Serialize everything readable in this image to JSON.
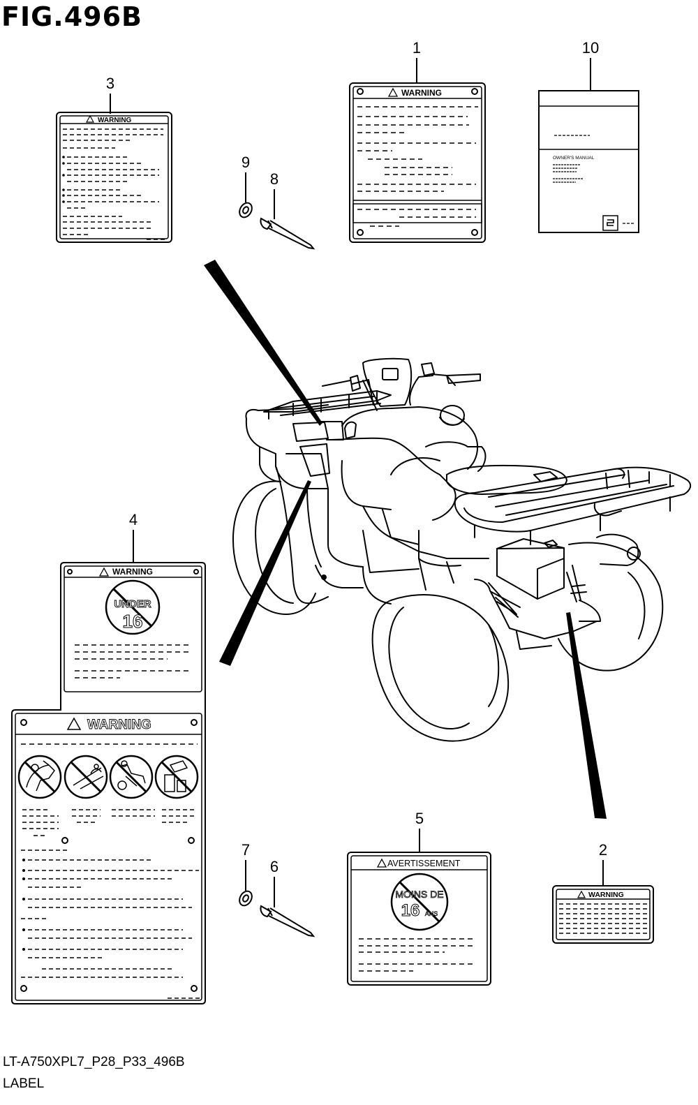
{
  "figure": {
    "title": "FIG.496B",
    "model_code": "LT-A750XPL7_P28_P33_496B",
    "caption": "LABEL"
  },
  "callouts": [
    "1",
    "2",
    "3",
    "4",
    "5",
    "6",
    "7",
    "8",
    "9",
    "10"
  ],
  "labels": {
    "warning_text": "WARNING",
    "avertissement_text": "AVERTISSEMENT",
    "under_text": "UNDER",
    "age_text": "16",
    "moins_de_text": "MOINS DE",
    "ans_text": "ANS",
    "owners_manual_text": "OWNER'S MANUAL"
  }
}
